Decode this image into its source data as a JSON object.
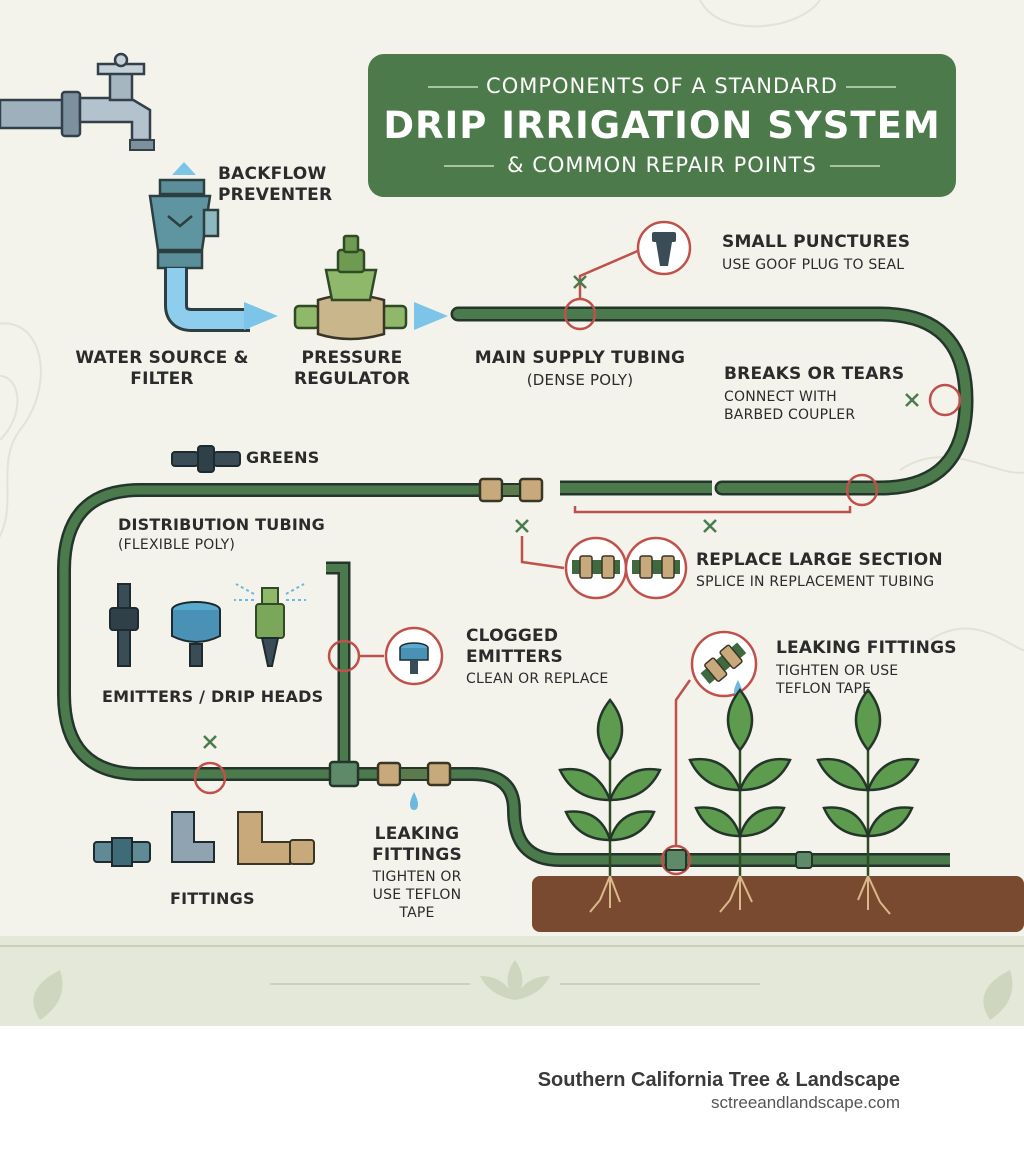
{
  "title": {
    "line1": "COMPONENTS OF A STANDARD",
    "line2": "DRIP IRRIGATION SYSTEM",
    "line3": "& COMMON REPAIR POINTS"
  },
  "components": {
    "backflow": "BACKFLOW PREVENTER",
    "water_source": "WATER SOURCE & FILTER",
    "pressure_regulator": "PRESSURE REGULATOR",
    "main_supply": "MAIN SUPPLY TUBING",
    "main_supply_sub": "(DENSE POLY)",
    "greens": "GREENS",
    "distribution": "DISTRIBUTION TUBING",
    "distribution_sub": "(FLEXIBLE POLY)",
    "emitters": "EMITTERS / DRIP HEADS",
    "fittings": "FITTINGS"
  },
  "repairs": {
    "punctures": {
      "title": "SMALL PUNCTURES",
      "fix": "USE GOOF PLUG TO SEAL"
    },
    "breaks": {
      "title": "BREAKS OR TEARS",
      "fix": "CONNECT WITH BARBED COUPLER"
    },
    "large_section": {
      "title": "REPLACE LARGE SECTION",
      "fix": "SPLICE IN REPLACEMENT TUBING"
    },
    "clogged": {
      "title": "CLOGGED EMITTERS",
      "fix": "CLEAN OR REPLACE"
    },
    "leaking_right": {
      "title": "LEAKING FITTINGS",
      "fix": "TIGHTEN OR USE TEFLON TAPE"
    },
    "leaking_center": {
      "title": "LEAKING FITTINGS",
      "fix": "TIGHTEN OR USE TEFLON TAPE"
    }
  },
  "footer": {
    "company": "Southern California Tree & Landscape",
    "website": "sctreeandlandscape.com"
  },
  "colors": {
    "background": "#f3f3ec",
    "title_panel": "#4d7a4b",
    "tubing": "#3f6a40",
    "callout": "#c0504a",
    "water": "#7cc4e8",
    "soil": "#7a4a30"
  }
}
